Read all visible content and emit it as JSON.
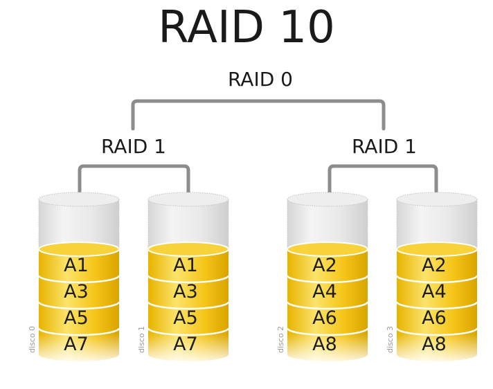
{
  "title": "RAID 10",
  "top_level": {
    "label": "RAID 0"
  },
  "mirrors": [
    {
      "label": "RAID 1"
    },
    {
      "label": "RAID 1"
    }
  ],
  "disks": [
    {
      "label": "disco 0",
      "blocks": [
        "A1",
        "A3",
        "A5",
        "A7"
      ]
    },
    {
      "label": "disco 1",
      "blocks": [
        "A1",
        "A3",
        "A5",
        "A7"
      ]
    },
    {
      "label": "disco 2",
      "blocks": [
        "A2",
        "A4",
        "A6",
        "A8"
      ]
    },
    {
      "label": "disco 3",
      "blocks": [
        "A2",
        "A4",
        "A6",
        "A8"
      ]
    }
  ],
  "colors": {
    "bracket": "#8c8c8c",
    "disk_fill": "#f5c518",
    "disk_top": "#f7d23a",
    "glass": "#e4e4e4"
  }
}
